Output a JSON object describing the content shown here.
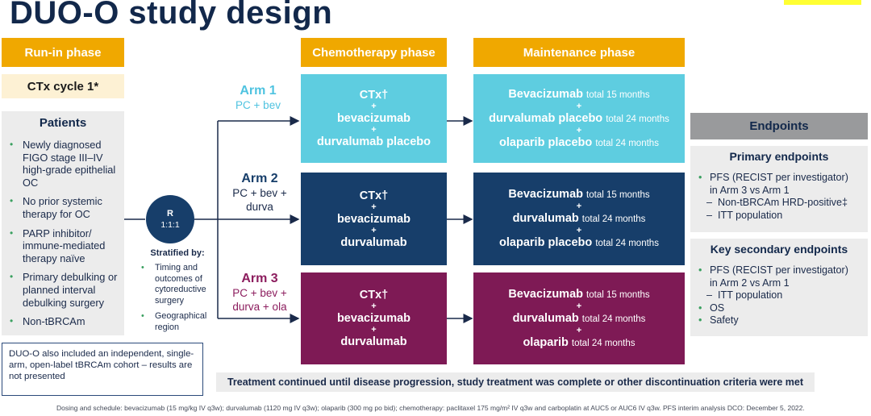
{
  "title": "DUO-O study design",
  "colors": {
    "gold": "#f0a800",
    "arm1": "#5ecde0",
    "arm2": "#173e6a",
    "arm3": "#7e1a55",
    "arm1_text": "#4fc3e0",
    "arm3_text": "#8c1d5e"
  },
  "phases": {
    "runin": "Run-in phase",
    "chemo": "Chemotherapy phase",
    "maint": "Maintenance phase"
  },
  "cycle": "CTx cycle 1*",
  "patients": {
    "title": "Patients",
    "items": [
      "Newly diagnosed FIGO stage III–IV high-grade epithelial OC",
      "No prior systemic therapy for OC",
      "PARP inhibitor/ immune-mediated therapy naïve",
      "Primary debulking or planned interval debulking surgery",
      "Non-tBRCAm"
    ]
  },
  "note": "DUO-O also included an independent, single-arm, open-label tBRCAm cohort – results are not presented",
  "randomization": {
    "label": "R",
    "ratio": "1:1:1"
  },
  "stratified": {
    "title": "Stratified by:",
    "items": [
      "Timing and outcomes of cytoreductive surgery",
      "Geographical region"
    ]
  },
  "arms": [
    {
      "name": "Arm 1",
      "sub": "PC + bev"
    },
    {
      "name": "Arm 2",
      "sub": "PC + bev + durva"
    },
    {
      "name": "Arm 3",
      "sub": "PC + bev + durva + ola"
    }
  ],
  "chemo_boxes": [
    {
      "lines": [
        "CTx†",
        "bevacizumab",
        "durvalumab placebo"
      ]
    },
    {
      "lines": [
        "CTx†",
        "bevacizumab",
        "durvalumab"
      ]
    },
    {
      "lines": [
        "CTx†",
        "bevacizumab",
        "durvalumab"
      ]
    }
  ],
  "plus": "+",
  "maint_boxes": [
    {
      "lines": [
        {
          "drug": "Bevacizumab",
          "dur": "total 15 months"
        },
        {
          "drug": "durvalumab placebo",
          "dur": "total 24 months"
        },
        {
          "drug": "olaparib placebo",
          "dur": "total 24 months"
        }
      ]
    },
    {
      "lines": [
        {
          "drug": "Bevacizumab",
          "dur": "total 15 months"
        },
        {
          "drug": "durvalumab",
          "dur": "total 24 months"
        },
        {
          "drug": "olaparib placebo",
          "dur": "total 24 months"
        }
      ]
    },
    {
      "lines": [
        {
          "drug": "Bevacizumab",
          "dur": "total 15 months"
        },
        {
          "drug": "durvalumab",
          "dur": "total 24 months"
        },
        {
          "drug": "olaparib",
          "dur": "total 24 months"
        }
      ]
    }
  ],
  "endpoints": {
    "header": "Endpoints",
    "primary": {
      "title": "Primary endpoints",
      "lines": [
        "PFS (RECIST per investigator)",
        "in Arm 3 vs Arm 1",
        "Non-tBRCAm HRD-positive‡",
        "ITT population"
      ]
    },
    "secondary": {
      "title": "Key secondary endpoints",
      "lines": [
        "PFS (RECIST per investigator)",
        "in Arm 2 vs Arm 1",
        "ITT population",
        "OS",
        "Safety"
      ]
    }
  },
  "treatment_continued": "Treatment continued until disease progression, study treatment was complete or other discontinuation criteria were met",
  "footnote": "Dosing and schedule: bevacizumab (15 mg/kg IV q3w); durvalumab (1120 mg IV q3w); olaparib (300 mg po bid); chemotherapy: paclitaxel 175 mg/m² IV q3w and carboplatin at AUC5 or AUC6 IV q3w. PFS interim analysis DCO: December 5, 2022."
}
